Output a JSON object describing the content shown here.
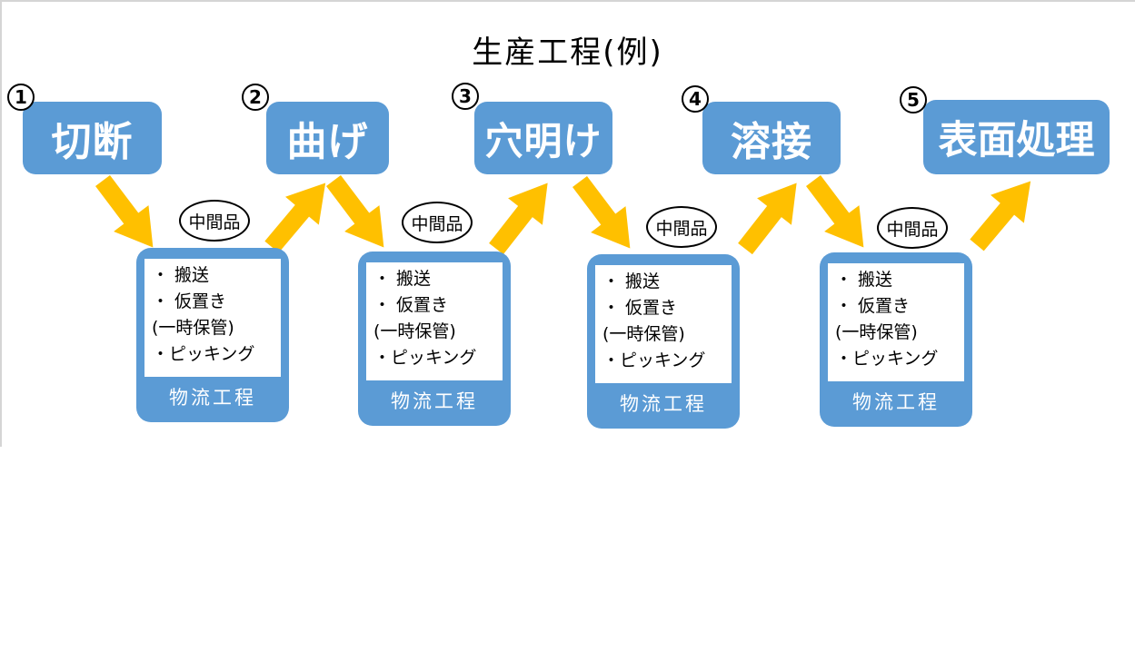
{
  "title": "生産工程(例)",
  "process": {
    "steps": [
      {
        "number": "1",
        "label": "切断"
      },
      {
        "number": "2",
        "label": "曲げ"
      },
      {
        "number": "3",
        "label": "穴明け"
      },
      {
        "number": "4",
        "label": "溶接"
      },
      {
        "number": "5",
        "label": "表面処理"
      }
    ]
  },
  "intermediate": {
    "label": "中間品"
  },
  "logistics": {
    "label": "物流工程",
    "items": [
      "・ 搬送",
      "・ 仮置き",
      "(一時保管)",
      "・ピッキング"
    ]
  },
  "colors": {
    "process_blue": "#5B9BD5",
    "arrow_orange": "#FFC000",
    "outline_black": "#000000",
    "edge_gray": "#D5D5D5"
  }
}
